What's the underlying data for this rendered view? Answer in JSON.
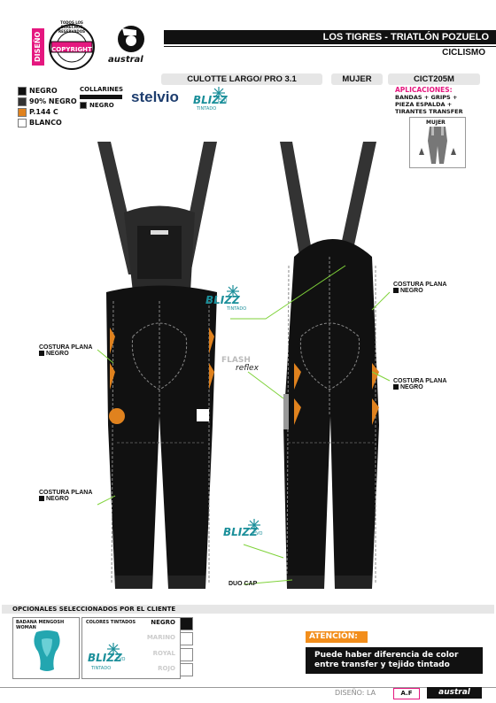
{
  "header": {
    "diseno_label": "DISEÑO",
    "copyright": "COPYRIGHT",
    "rights": "TODOS LOS DERECHOS RESERVADOS",
    "brand": "austral",
    "title": "LOS TIGRES - TRIATLÓN POZUELO",
    "subtitle": "CICLISMO"
  },
  "product": {
    "name": "CULOTTE LARGO/ PRO 3.1",
    "gender": "MUJER",
    "code": "CICT205M"
  },
  "colors": [
    {
      "label": "NEGRO",
      "hex": "#111111"
    },
    {
      "label": "90% NEGRO",
      "hex": "#333333"
    },
    {
      "label": "P.144 C",
      "hex": "#e0821e"
    },
    {
      "label": "BLANCO",
      "hex": "#ffffff"
    }
  ],
  "collarines": {
    "title": "COLLARINES",
    "value": "NEGRO"
  },
  "fabric_logos": {
    "stelvio": "stelvio",
    "blizz": "BLIZZ",
    "evo": "EVO",
    "tintado": "TINTADO",
    "flash": "FLASH",
    "reflex": "reflex"
  },
  "aplicaciones": {
    "title": "APLICACIONES:",
    "lines": [
      "BANDAS + GRIPS +",
      "PIEZA ESPALDA +",
      "TIRANTES TRANSFER"
    ],
    "mini_label": "MUJER"
  },
  "callouts": {
    "costura_plana": "COSTURA PLANA",
    "negro": "NEGRO",
    "duo_cap": "DUO CAP"
  },
  "bottom": {
    "opcionales": "OPCIONALES SELECCIONADOS POR EL CLIENTE",
    "badana_title": "BADANA MENGOSH WOMAN",
    "colores_title": "COLORES TINTADOS",
    "tint_options": [
      "NEGRO",
      "MARINO",
      "ROYAL",
      "ROJO"
    ],
    "atencion": "ATENCIÓN:",
    "message_line1": "Puede haber diferencia de color",
    "message_line2": "entre transfer y tejido tintado"
  },
  "footer": {
    "diseno": "DISEÑO: LA",
    "initials": "A.F",
    "brand": "austral"
  }
}
